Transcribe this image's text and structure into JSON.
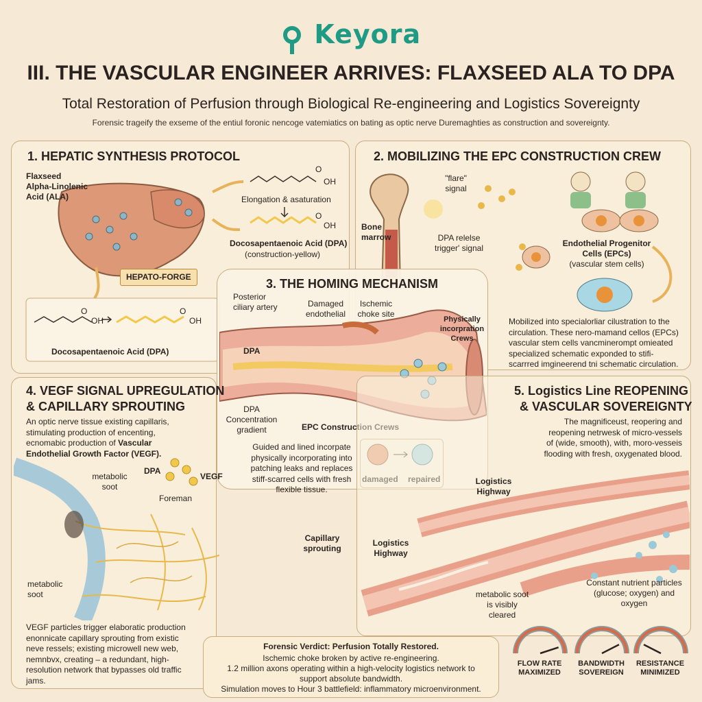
{
  "brand": {
    "logo_text": "Keyora",
    "accent": "#1f9a85"
  },
  "header": {
    "title": "III. THE VASCULAR ENGINEER ARRIVES: FLAXSEED ALA TO DPA",
    "subtitle": "Total Restoration of Perfusion through Biological Re-engineering and Logistics Sovereignty",
    "tagline": "Forensic trageify the exseme of the entiul foronic nencoge vatemiatics on bating as optic nerve Duremaghties as construction and sovereignty."
  },
  "panel1": {
    "title": "1. HEPATIC SYNTHESIS PROTOCOL",
    "ala_label": "Flaxseed Alpha-Linolenic Acid (ALA)",
    "oh_1": "OH",
    "o_1": "O",
    "elongation": "Elongation & asaturation",
    "oh_2": "OH",
    "o_2": "O",
    "dpa_label": "Docosapentaenoic Acid (DPA)",
    "dpa_sub": "(construction-yellow)",
    "forge_label": "HEPATO-FORGE",
    "oh_3": "OH",
    "oh_4": "OH",
    "o_3": "O",
    "o_4": "O",
    "dpa_label_2": "Docosapentaenoic Acid (DPA)"
  },
  "panel2": {
    "title": "2. MOBILIZING THE EPC CONSTRUCTION CREW",
    "flare": "\"flare\" signal",
    "bone": "Bone marrow",
    "release": "DPA relelse trigger' signal",
    "epc_title": "Endothelial Progenitor Cells (EPCs)",
    "epc_sub": "(vascular stem cells)",
    "body": "Mobilized into specialorliar cilustration to the circulation. These nero-mamand cellos (EPCs) vascular stem cells vancminerompt omieated specialized schematic exponded to stifi-scarrred imgineerend tni schematic circulation."
  },
  "panel3": {
    "title": "3. THE HOMING MECHANISM",
    "posterior": "Posterior ciliary artery",
    "damaged_endo": "Damaged endothelial",
    "ischemic": "Ischemic choke site",
    "physically": "Physically incorpration Crews",
    "dpa": "DPA",
    "gradient": "DPA Concentration gradient",
    "crews": "EPC Construction Crews",
    "body": "Guided and lined incorpate physically incorporating into patching leaks and replaces stiff-scarred cells with fresh flexible tissue.",
    "damaged": "damaged",
    "repaired": "repaired"
  },
  "panel4": {
    "title_1": "4. VEGF SIGNAL UPREGULATION",
    "title_2": "& CAPILLARY SPROUTING",
    "intro_plain": "An optic nerve tissue existing capillaris, stimulating production of encenting, ecnomabic production of ",
    "intro_bold": "Vascular Endothelial Growth Factor (VEGF).",
    "dpa": "DPA",
    "vegf": "VEGF",
    "foreman": "Foreman",
    "soot_1": "metabolic soot",
    "soot_2": "metabolic soot",
    "capillary": "Capillary sprouting",
    "body": "VEGF particles trigger elaboratic production enonnicate capillary sprouting from existic neve ressels; existing microwell new web, nemnbvx, creating – a redundant, high-resolution network that bypasses old traffic jams."
  },
  "panel5": {
    "title_1": "5. Logistics Line REOPENING",
    "title_2": "& VASCULAR SOVEREIGNTY",
    "body": "The magnificeust, reopering and reopening netrwesk of micro-vessels of (wide, smooth), with, moro-vesseis flooding with fresh, oxygenated blood.",
    "highway_1": "Logistics Highway",
    "highway_2": "Logistics Highway",
    "soot_cleared": "metabolic soot is visibly cleared",
    "nutrients": "Constant nutrient particles (glucose; oxygen) and oxygen"
  },
  "verdict": {
    "title": "Forensic Verdict: Perfusion Totally Restored.",
    "line1": "Ischemic choke broken by active re-engineering.",
    "line2": "1.2 million axons operating within a high-velocity logistics network to support absolute bandwidth.",
    "line3": "Simulation moves to Hour 3 battlefield: inflammatory microenvironment."
  },
  "gauges": [
    {
      "label": "FLOW RATE MAXIMIZED",
      "level": 0.9
    },
    {
      "label": "BANDWIDTH SOVEREIGN",
      "level": 0.85
    },
    {
      "label": "RESISTANCE MINIMIZED",
      "level": 0.15
    }
  ],
  "colors": {
    "vessel": "#e8a08a",
    "dpa_yellow": "#f2c84b",
    "panel_border": "#c9ab7e",
    "cell_blue": "#8cc9d6"
  }
}
